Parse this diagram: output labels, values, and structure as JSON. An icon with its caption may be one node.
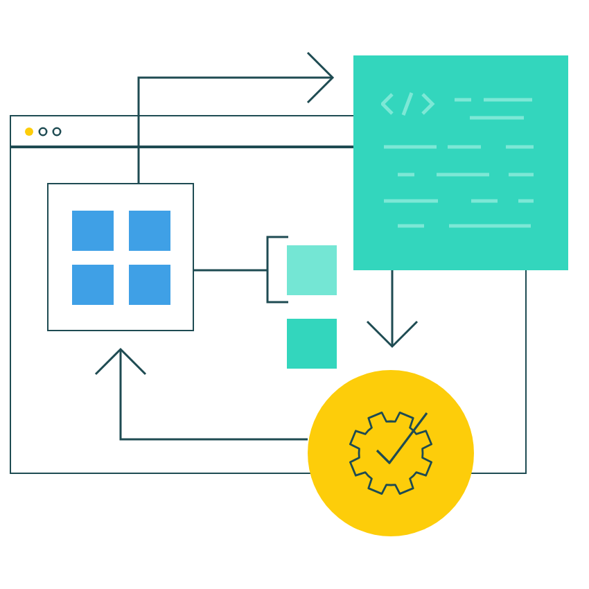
{
  "diagram": {
    "nodes": [
      {
        "text": [],
        "shape": "box"
      },
      {
        "text": [],
        "shape": "box",
        "in": 0
      },
      {
        "text": [],
        "shape": "box"
      },
      {
        "text": [],
        "shape": "box",
        "in": 0
      },
      {
        "text": [],
        "shape": "box",
        "in": 0
      },
      {
        "text": [],
        "shape": "circle"
      }
    ],
    "edges": [
      {
        "from": 1,
        "to": 2,
        "arrow": "to"
      },
      {
        "from": 2,
        "to": 5,
        "arrow": "to"
      },
      {
        "from": 5,
        "to": 1,
        "arrow": "to"
      },
      {
        "from": 1,
        "to": 3,
        "arrow": "none"
      }
    ]
  }
}
